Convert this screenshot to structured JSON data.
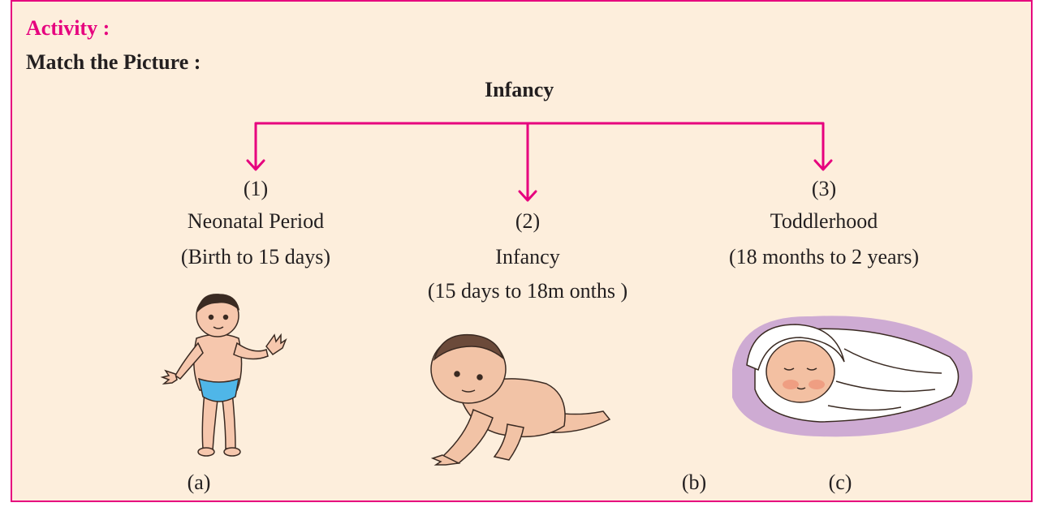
{
  "activity": {
    "label": "Activity :",
    "instruction": "Match the Picture :"
  },
  "tree": {
    "root": "Infancy",
    "stages": [
      {
        "number": "(1)",
        "name": "Neonatal Period",
        "range": "(Birth to 15 days)"
      },
      {
        "number": "(2)",
        "name": "Infancy",
        "range": "(15 days to 18m  onths )"
      },
      {
        "number": "(3)",
        "name": "Toddlerhood",
        "range": "(18 months to 2 years)"
      }
    ]
  },
  "pictures": [
    {
      "label": "(a)",
      "depicts": "standing-toddler-illustration"
    },
    {
      "label": "(b)",
      "depicts": "crawling-baby-illustration"
    },
    {
      "label": "(c)",
      "depicts": "swaddled-newborn-illustration"
    }
  ],
  "colors": {
    "accent": "#e6007e",
    "panel_bg": "#fdeedc",
    "text": "#231f20"
  }
}
